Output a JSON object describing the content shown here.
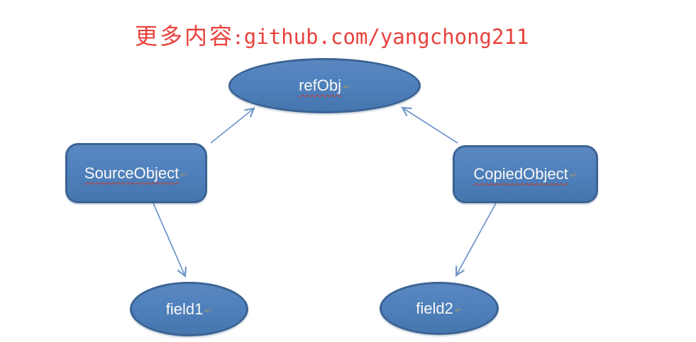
{
  "header": {
    "prefix": "更多内容:",
    "link": "github.com/yangchong211"
  },
  "diagram": {
    "nodes": {
      "refObj": {
        "label": "refObj",
        "shape": "ellipse"
      },
      "source": {
        "label": "SourceObject",
        "shape": "rounded-rect"
      },
      "copied": {
        "label": "CopiedObject",
        "shape": "rounded-rect"
      },
      "field1": {
        "label": "field1",
        "shape": "ellipse"
      },
      "field2": {
        "label": "field2",
        "shape": "ellipse"
      }
    },
    "edges": [
      {
        "from": "SourceObject",
        "to": "refObj"
      },
      {
        "from": "CopiedObject",
        "to": "refObj"
      },
      {
        "from": "SourceObject",
        "to": "field1"
      },
      {
        "from": "CopiedObject",
        "to": "field2"
      }
    ],
    "return_mark": "↵"
  },
  "colors": {
    "node_fill": "#4f81bd",
    "node_border": "#3b6394",
    "node_text": "#faf8f4",
    "arrow": "#6d94c9",
    "header_red": "#e8413c",
    "spellcheck_red": "#c53b2f",
    "background": "#ffffff"
  }
}
